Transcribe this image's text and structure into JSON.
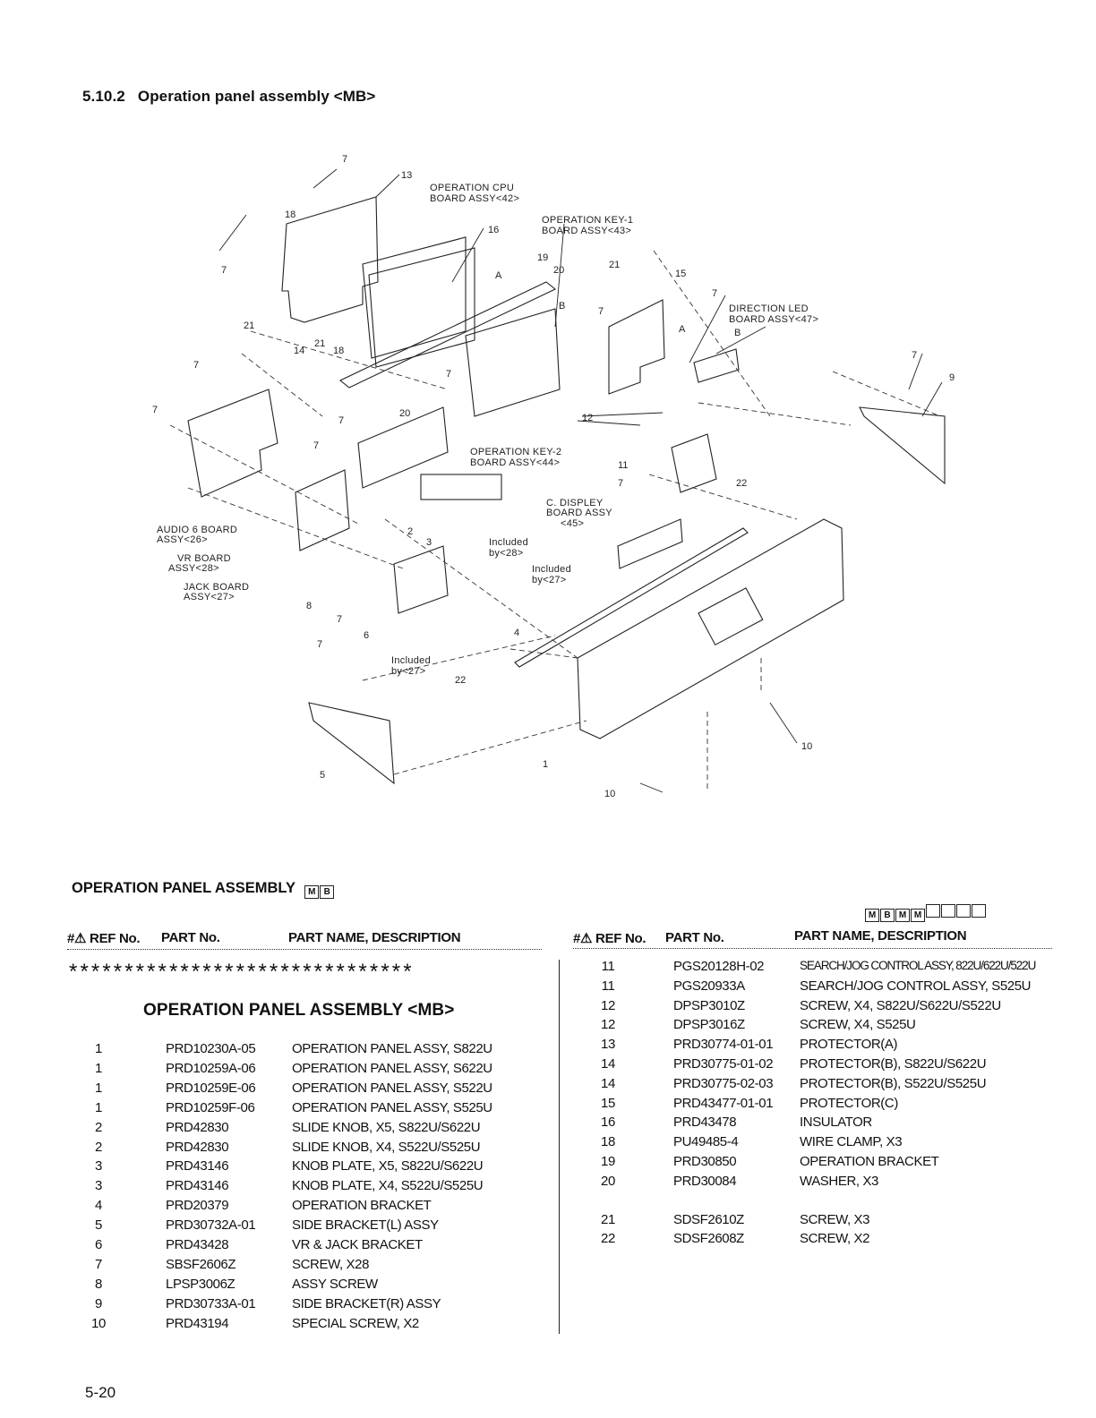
{
  "section": {
    "number": "5.10.2",
    "title": "Operation panel assembly <MB>"
  },
  "diagram": {
    "board_labels": {
      "cpu_board": [
        "OPERATION CPU",
        "BOARD ASSY<42>"
      ],
      "key1_board": [
        "OPERATION KEY-1",
        "BOARD ASSY<43>"
      ],
      "direction_led": [
        "DIRECTION LED",
        "BOARD ASSY<47>"
      ],
      "key2_board": [
        "OPERATION KEY-2",
        "BOARD ASSY<44>"
      ],
      "c_displey": [
        "C. DISPLEY",
        "BOARD ASSY",
        "<45>"
      ],
      "audio6": [
        "AUDIO 6 BOARD",
        "ASSY<26>"
      ],
      "vr_board": [
        "VR BOARD",
        "ASSY<28>"
      ],
      "jack_board": [
        "JACK BOARD",
        "ASSY<27>"
      ],
      "incl_28": [
        "Included",
        "by<28>"
      ],
      "incl_27a": [
        "Included",
        "by<27>"
      ],
      "incl_27b": [
        "Included",
        "by<27>"
      ]
    },
    "callouts": [
      "7",
      "13",
      "18",
      "16",
      "7",
      "19",
      "20",
      "A",
      "B",
      "21",
      "15",
      "7",
      "A",
      "B",
      "7",
      "21",
      "14",
      "21",
      "18",
      "7",
      "20",
      "7",
      "7",
      "7",
      "7",
      "12",
      "11",
      "22",
      "7",
      "9",
      "7",
      "2",
      "3",
      "8",
      "7",
      "6",
      "4",
      "22",
      "7",
      "5",
      "1",
      "10",
      "10"
    ]
  },
  "table": {
    "title": "OPERATION PANEL ASSEMBLY",
    "title_badge": [
      "M",
      "B"
    ],
    "model_boxes": [
      "M",
      "B",
      "M",
      "M",
      "",
      "",
      "",
      ""
    ],
    "headers": {
      "ref": "#⚠ REF No.",
      "part": "PART No.",
      "desc": "PART NAME, DESCRIPTION"
    },
    "stars": "*******************************",
    "subheading": "OPERATION PANEL ASSEMBLY <MB>",
    "left_rows": [
      {
        "ref": "1",
        "part": "PRD10230A-05",
        "desc": "OPERATION PANEL ASSY, S822U"
      },
      {
        "ref": "1",
        "part": "PRD10259A-06",
        "desc": "OPERATION PANEL ASSY, S622U"
      },
      {
        "ref": "1",
        "part": "PRD10259E-06",
        "desc": "OPERATION PANEL ASSY, S522U"
      },
      {
        "ref": "1",
        "part": "PRD10259F-06",
        "desc": "OPERATION PANEL ASSY, S525U"
      },
      {
        "ref": "2",
        "part": "PRD42830",
        "desc": "SLIDE KNOB, X5, S822U/S622U"
      },
      {
        "ref": "2",
        "part": "PRD42830",
        "desc": "SLIDE KNOB, X4, S522U/S525U"
      },
      {
        "ref": "3",
        "part": "PRD43146",
        "desc": "KNOB PLATE, X5, S822U/S622U"
      },
      {
        "ref": "3",
        "part": "PRD43146",
        "desc": "KNOB PLATE, X4, S522U/S525U"
      },
      {
        "ref": "4",
        "part": "PRD20379",
        "desc": "OPERATION BRACKET"
      },
      {
        "ref": "5",
        "part": "PRD30732A-01",
        "desc": "SIDE BRACKET(L) ASSY"
      },
      {
        "ref": "6",
        "part": "PRD43428",
        "desc": "VR & JACK BRACKET"
      },
      {
        "ref": "7",
        "part": "SBSF2606Z",
        "desc": "SCREW, X28"
      },
      {
        "ref": "8",
        "part": "LPSP3006Z",
        "desc": "ASSY SCREW"
      },
      {
        "ref": "9",
        "part": "PRD30733A-01",
        "desc": "SIDE BRACKET(R) ASSY"
      },
      {
        "ref": "10",
        "part": "PRD43194",
        "desc": "SPECIAL SCREW, X2"
      }
    ],
    "right_rows": [
      {
        "ref": "11",
        "part": "PGS20128H-02",
        "desc": "SEARCH/JOG CONTROL ASSY, 822U/622U/522U"
      },
      {
        "ref": "11",
        "part": "PGS20933A",
        "desc": "SEARCH/JOG CONTROL ASSY, S525U"
      },
      {
        "ref": "12",
        "part": "DPSP3010Z",
        "desc": "SCREW, X4, S822U/S622U/S522U"
      },
      {
        "ref": "12",
        "part": "DPSP3016Z",
        "desc": "SCREW, X4, S525U"
      },
      {
        "ref": "13",
        "part": "PRD30774-01-01",
        "desc": "PROTECTOR(A)"
      },
      {
        "ref": "14",
        "part": "PRD30775-01-02",
        "desc": "PROTECTOR(B), S822U/S622U"
      },
      {
        "ref": "14",
        "part": "PRD30775-02-03",
        "desc": "PROTECTOR(B), S522U/S525U"
      },
      {
        "ref": "15",
        "part": "PRD43477-01-01",
        "desc": "PROTECTOR(C)"
      },
      {
        "ref": "16",
        "part": "PRD43478",
        "desc": "INSULATOR"
      },
      {
        "ref": "18",
        "part": "PU49485-4",
        "desc": "WIRE CLAMP, X3"
      },
      {
        "ref": "19",
        "part": "PRD30850",
        "desc": "OPERATION BRACKET"
      },
      {
        "ref": "20",
        "part": "PRD30084",
        "desc": "WASHER, X3"
      },
      {
        "ref": "21",
        "part": "SDSF2610Z",
        "desc": "SCREW, X3"
      },
      {
        "ref": "22",
        "part": "SDSF2608Z",
        "desc": "SCREW, X2"
      }
    ]
  },
  "page_number": "5-20"
}
